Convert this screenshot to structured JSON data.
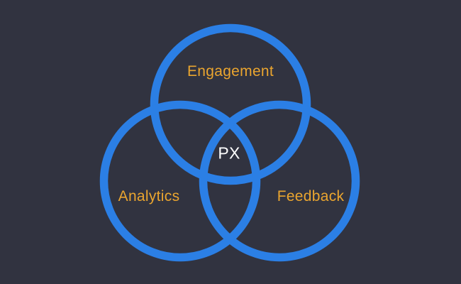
{
  "diagram": {
    "type": "venn",
    "title": "",
    "center_label": "PX",
    "circles": [
      {
        "id": "engagement",
        "label": "Engagement",
        "position": "top"
      },
      {
        "id": "analytics",
        "label": "Analytics",
        "position": "bottom-left"
      },
      {
        "id": "feedback",
        "label": "Feedback",
        "position": "bottom-right"
      }
    ],
    "colors": {
      "background": "#313340",
      "circle_stroke": "#2B7FE5",
      "label_text": "#EAA52F",
      "center_text": "#FFFFFF"
    }
  }
}
